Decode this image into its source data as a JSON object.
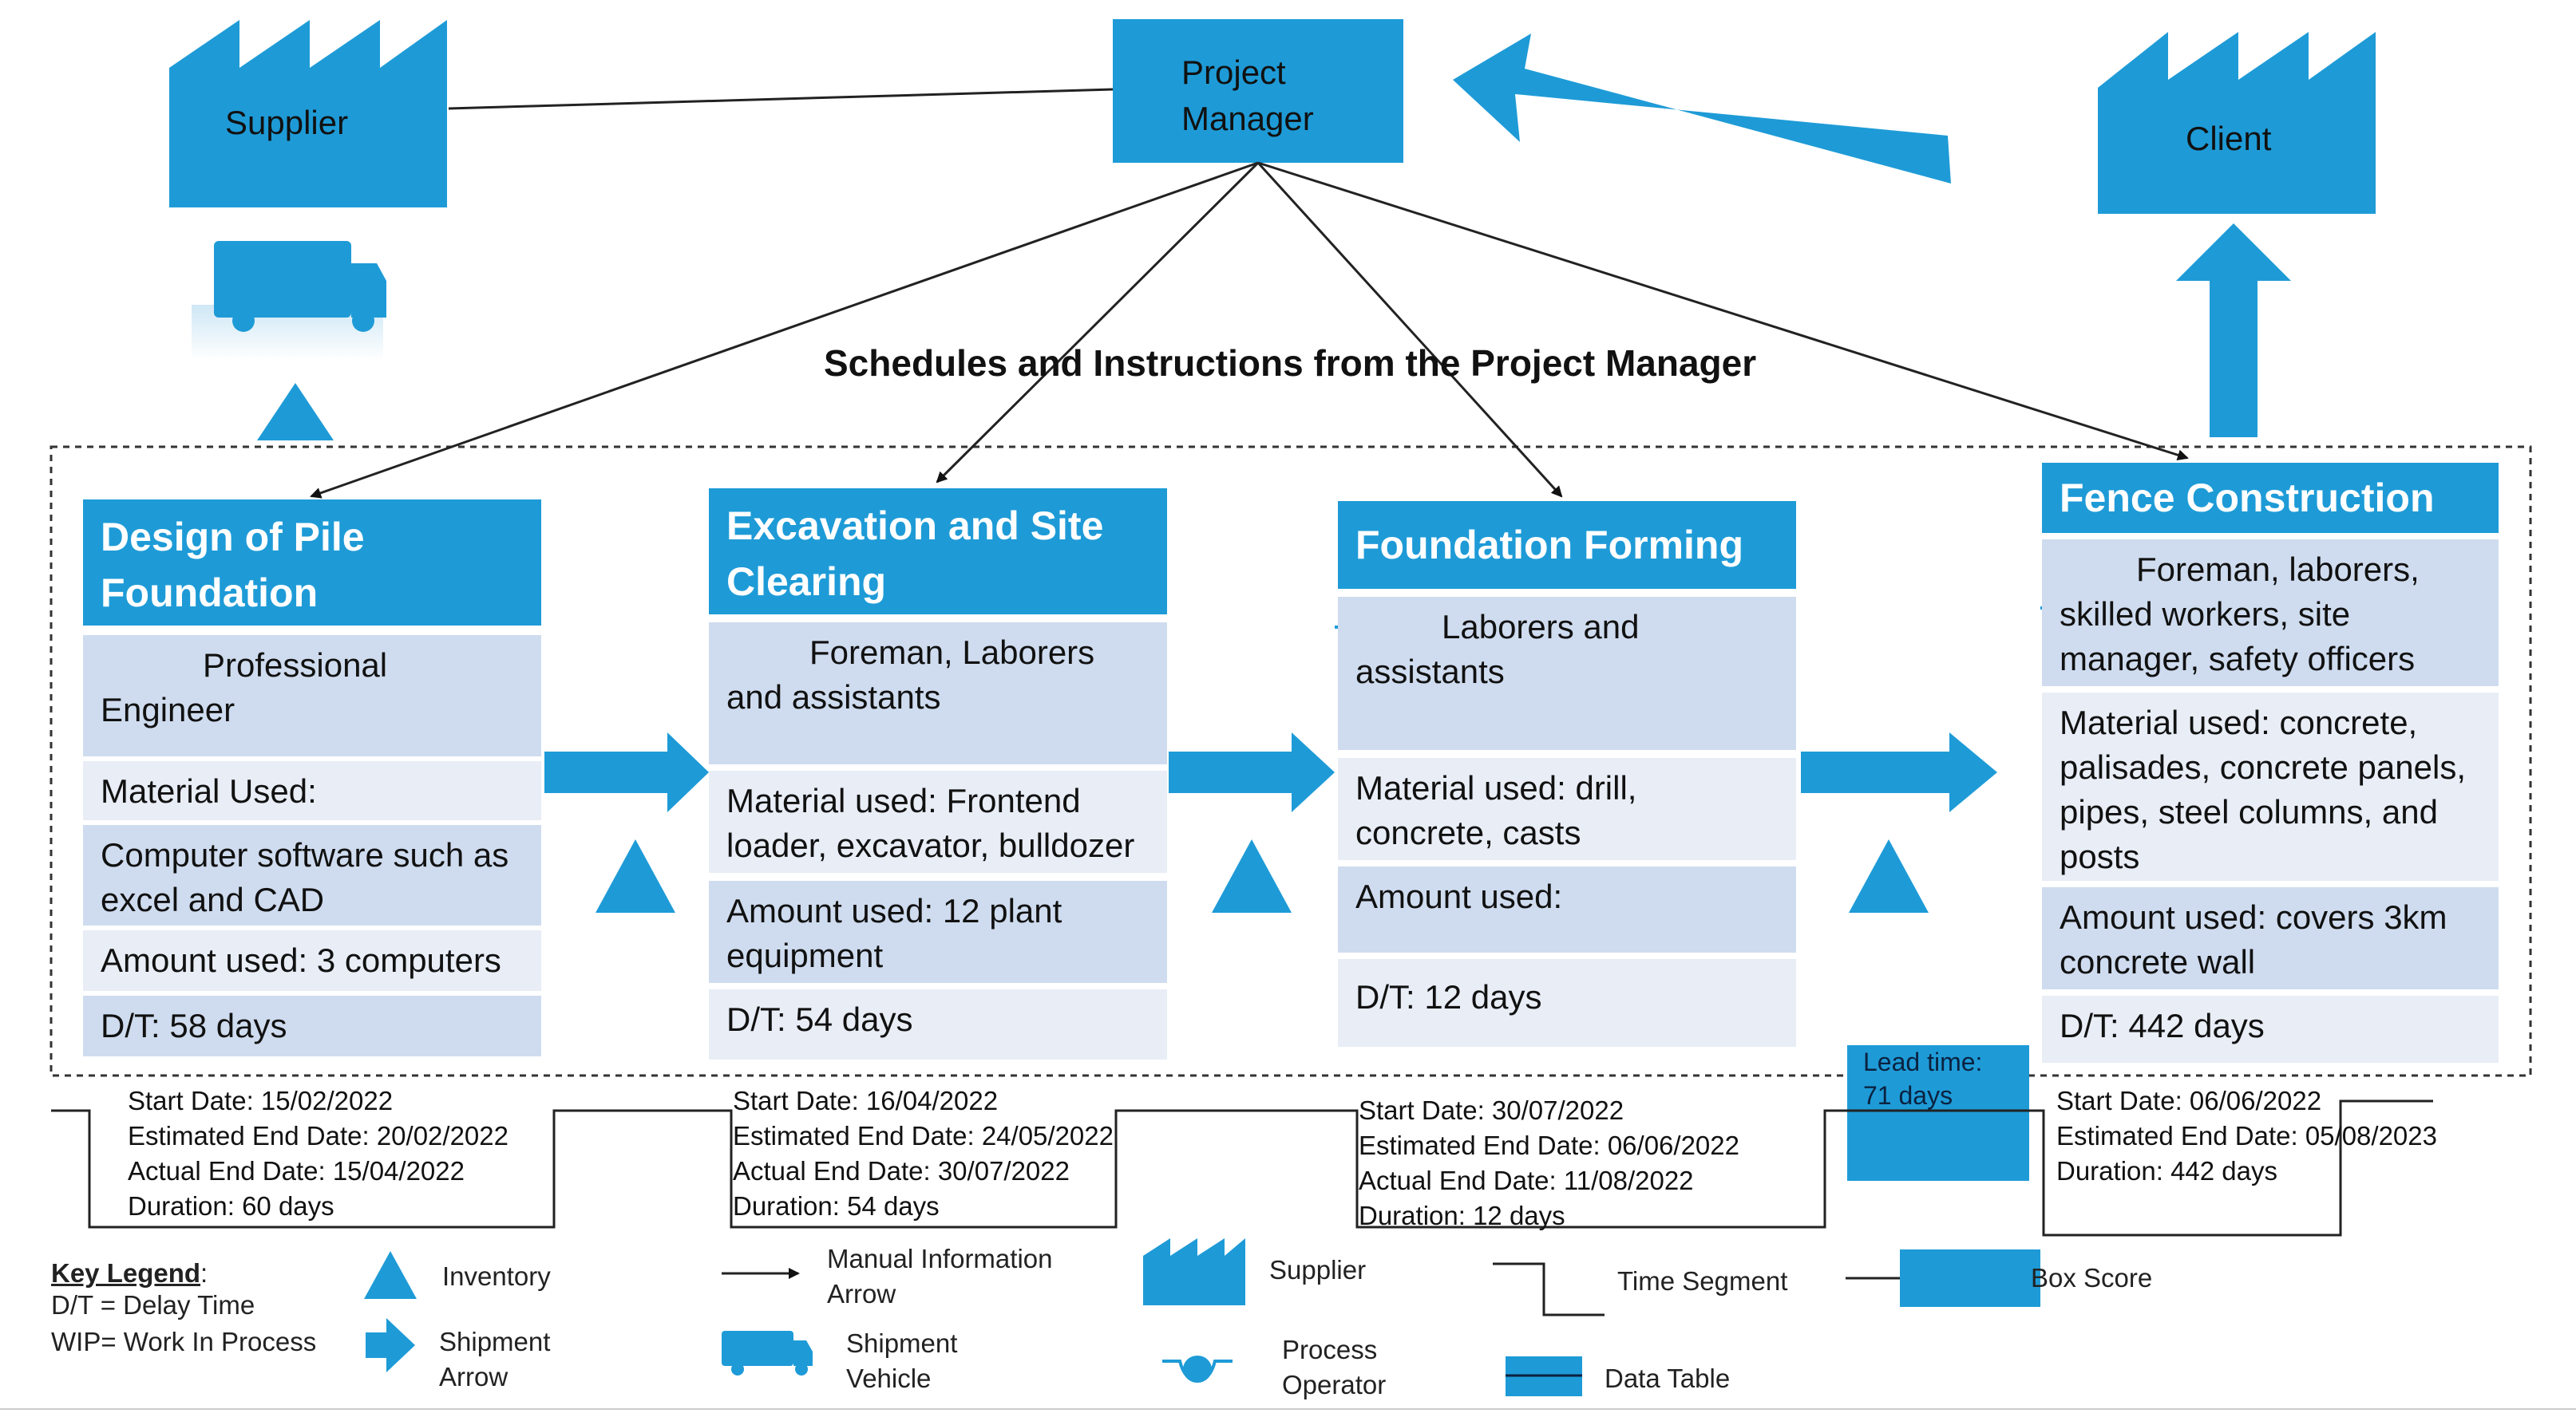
{
  "colors": {
    "accent": "#1e9bd7",
    "cell_dark": "#cfdcef",
    "cell_light": "#e8edf6"
  },
  "top": {
    "supplier": "Supplier",
    "pm_line1": "Project",
    "pm_line2": "Manager",
    "client": "Client"
  },
  "schedule_caption": "Schedules and Instructions from the Project Manager",
  "processes": [
    {
      "title": "Design of Pile Foundation",
      "operator": "Professional Engineer",
      "material": "Material Used:",
      "material2": "Computer software such as excel and CAD",
      "amount": "Amount used: 3 computers",
      "dt": "D/T: 58 days"
    },
    {
      "title": "Excavation and Site Clearing",
      "operator": "Foreman, Laborers and assistants",
      "material": "Material used: Frontend loader, excavator, bulldozer",
      "amount": "Amount used: 12 plant equipment",
      "dt": "D/T: 54 days"
    },
    {
      "title": "Foundation Forming",
      "operator": "Laborers and assistants",
      "material": "Material used: drill, concrete, casts",
      "amount": "Amount used:",
      "dt": "D/T: 12 days"
    },
    {
      "title": "Fence Construction",
      "operator": "Foreman, laborers, skilled workers, site manager, safety officers",
      "material": "Material used: concrete, palisades, concrete panels, pipes, steel columns, and posts",
      "amount": "Amount used: covers 3km concrete wall",
      "dt": "D/T: 442 days"
    }
  ],
  "timeline": [
    {
      "start": "Start Date: 15/02/2022",
      "est": "Estimated End Date: 20/02/2022",
      "actual": "Actual End Date: 15/04/2022",
      "duration": "Duration: 60 days"
    },
    {
      "start": "Start Date: 16/04/2022",
      "est": "Estimated End Date: 24/05/2022",
      "actual": "Actual End Date: 30/07/2022",
      "duration": "Duration: 54 days"
    },
    {
      "start": "Start Date: 30/07/2022",
      "est": "Estimated End Date: 06/06/2022",
      "actual": "Actual End Date: 11/08/2022",
      "duration": "Duration: 12 days"
    },
    {
      "start": "Start Date: 06/06/2022",
      "est": "Estimated End Date: 05/08/2023",
      "duration": "Duration: 442 days"
    }
  ],
  "lead_time": {
    "line1": "Lead time:",
    "line2": "71 days"
  },
  "legend": {
    "title": "Key Legend",
    "colon": ":",
    "dt": "D/T = Delay Time",
    "wip": "WIP= Work In Process",
    "inventory": "Inventory",
    "shipment_arrow_1": "Shipment",
    "shipment_arrow_2": "Arrow",
    "manual_info_1": "Manual Information",
    "manual_info_2": "Arrow",
    "shipment_vehicle_1": "Shipment",
    "shipment_vehicle_2": "Vehicle",
    "supplier": "Supplier",
    "process_operator_1": "Process",
    "process_operator_2": "Operator",
    "time_segment": "Time Segment",
    "box_score": "Box Score",
    "data_table": "Data Table"
  },
  "icons": [
    "factory-icon",
    "truck-icon",
    "inventory-triangle-icon",
    "shipment-arrow-icon",
    "operator-icon",
    "push-arrow-icon"
  ]
}
